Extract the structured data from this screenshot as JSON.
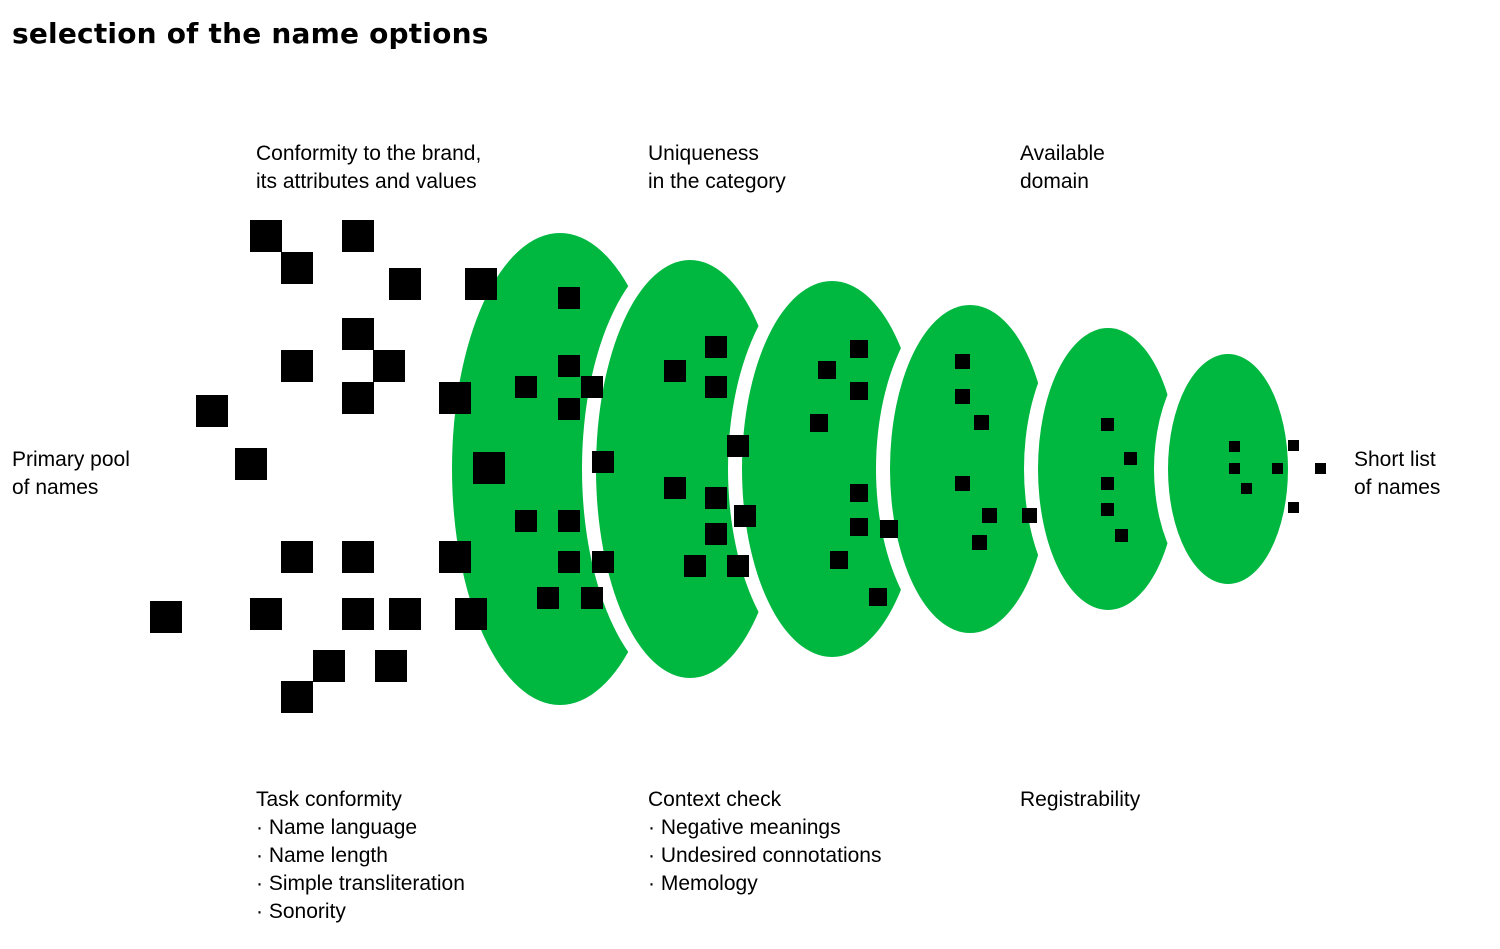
{
  "title": "selection of the name options",
  "colors": {
    "filter_green": "#00b840",
    "square": "#000000"
  },
  "labels": {
    "primary_pool": [
      "Primary pool",
      "of names"
    ],
    "short_list": [
      "Short list",
      "of names"
    ],
    "brand_conformity": [
      "Conformity to the brand,",
      "its attributes and values"
    ],
    "uniqueness": [
      "Uniqueness",
      "in the category"
    ],
    "domain": [
      "Available",
      "domain"
    ],
    "task_conformity": [
      "Task conformity",
      "· Name language",
      "· Name length",
      "· Simple transliteration",
      "· Sonority"
    ],
    "context_check": [
      "Context check",
      "· Negative meanings",
      "· Undesired connotations",
      "· Memology"
    ],
    "registrability": [
      "Registrability"
    ]
  }
}
